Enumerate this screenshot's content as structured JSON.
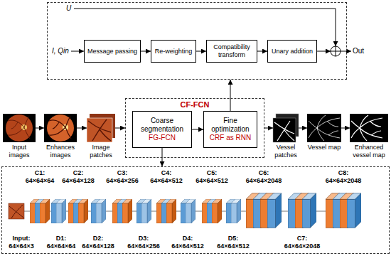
{
  "diagram": {
    "nodes": [
      {
        "text": [
          "U",
          "I, Qin"
        ]
      },
      {
        "text": [
          "Message passing"
        ],
        "in": 0
      },
      {
        "text": [
          "Re-weighting"
        ],
        "in": 0
      },
      {
        "text": [
          "Compatibility transform"
        ],
        "in": 0
      },
      {
        "text": [
          "Unary addition"
        ],
        "in": 0
      },
      {
        "text": [
          "Input images"
        ]
      },
      {
        "text": [
          "Enhances images"
        ]
      },
      {
        "text": [
          "Image patches"
        ]
      },
      {
        "text": [
          "CF-FCN"
        ]
      },
      {
        "text": [
          "Coarse segmentation",
          "FG-FCN"
        ],
        "in": 8
      },
      {
        "text": [
          "Fine optimization",
          "CRF as RNN"
        ],
        "in": 8
      },
      {
        "text": [
          "Vessel patches"
        ]
      },
      {
        "text": [
          "Vessel map"
        ]
      },
      {
        "text": [
          "Enhanced vessel map"
        ]
      },
      {
        "text": [
          "C1: 64×64×64",
          "C2: 64×64×128",
          "C3: 64×64×256",
          "C4: 64×64×512",
          "C5: 64×64×512",
          "C6: 64×64×2048",
          "C8: 64×64×2048",
          "Input: 64×64×3",
          "D1: 64×64×64",
          "D2: 64×64×128",
          "D3: 64×64×256",
          "D4: 64×64×512",
          "D5: 64×64×512",
          "C7: 64×64×2048"
        ]
      }
    ],
    "edges": [
      {
        "from": 1,
        "to": 2,
        "arrow": "to"
      },
      {
        "from": 2,
        "to": 3,
        "arrow": "to"
      },
      {
        "from": 3,
        "to": 4,
        "arrow": "to"
      },
      {
        "from": 5,
        "to": 6,
        "arrow": "to"
      },
      {
        "from": 6,
        "to": 7,
        "arrow": "to"
      },
      {
        "from": 7,
        "to": 8,
        "arrow": "to"
      },
      {
        "from": 9,
        "to": 10,
        "arrow": "to"
      },
      {
        "from": 8,
        "to": 11,
        "arrow": "to"
      },
      {
        "from": 11,
        "to": 12,
        "arrow": "to"
      },
      {
        "from": 12,
        "to": 13,
        "arrow": "to"
      },
      {
        "from": 10,
        "to": 0,
        "arrow": "to"
      },
      {
        "from": 9,
        "to": 14,
        "arrow": "to"
      }
    ],
    "labels": [
      "Out"
    ]
  }
}
